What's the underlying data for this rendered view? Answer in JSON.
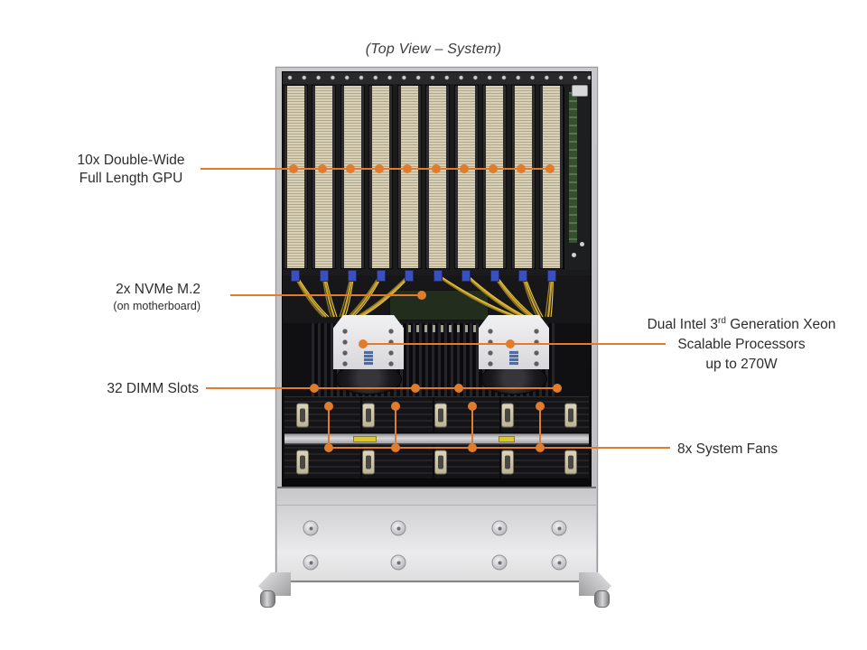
{
  "title": "(Top View – System)",
  "callouts": {
    "gpu": {
      "line1": "10x Double-Wide",
      "line2": "Full Length GPU",
      "count": 10
    },
    "nvme": {
      "line1": "2x NVMe M.2",
      "line2": "(on motherboard)",
      "count": 2
    },
    "dimm": {
      "label": "32 DIMM Slots",
      "count": 32
    },
    "cpu": {
      "line1_prefix": "Dual Intel 3",
      "line1_sup": "rd",
      "line1_suffix": " Generation Xeon",
      "line2": "Scalable Processors",
      "line3": "up to 270W",
      "count": 2
    },
    "fans": {
      "label": "8x System Fans",
      "count": 8
    }
  },
  "colors": {
    "accent": "#E07C2C",
    "chassis_metal": "#C9C9CB",
    "gpu_heatsink": "#D8D0B6",
    "cable_yellow": "#C9A52F",
    "connector_blue": "#3C50BD"
  }
}
